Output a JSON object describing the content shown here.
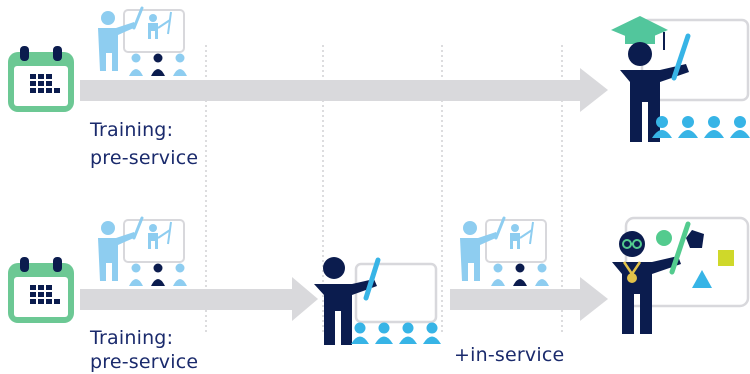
{
  "colors": {
    "navy": "#0b1c4e",
    "light_blue": "#8ecdf0",
    "mid_blue": "#42a9de",
    "cyan": "#37b4e6",
    "green_calendar": "#6cc894",
    "gray_arrow": "#d9d9dc",
    "board_border": "#d8d8dc",
    "dotted_line": "#c9c9cc",
    "mortarboard": "#52c69c",
    "green_circle": "#53cb8e",
    "yellow_square": "#cfd82a",
    "gold_medal": "#e2c24a"
  },
  "rows": [
    {
      "label_line1": "Training:",
      "label_line2": "pre-service",
      "icons": [
        "calendar-icon",
        "novice-teacher-icon",
        "graduate-teacher-icon"
      ]
    },
    {
      "label_line1": "Training:",
      "label_line2": "pre-service",
      "extra_label": "+in-service",
      "icons": [
        "calendar-icon",
        "novice-teacher-icon",
        "developing-teacher-icon",
        "novice-teacher-icon",
        "expert-teacher-icon"
      ]
    }
  ]
}
